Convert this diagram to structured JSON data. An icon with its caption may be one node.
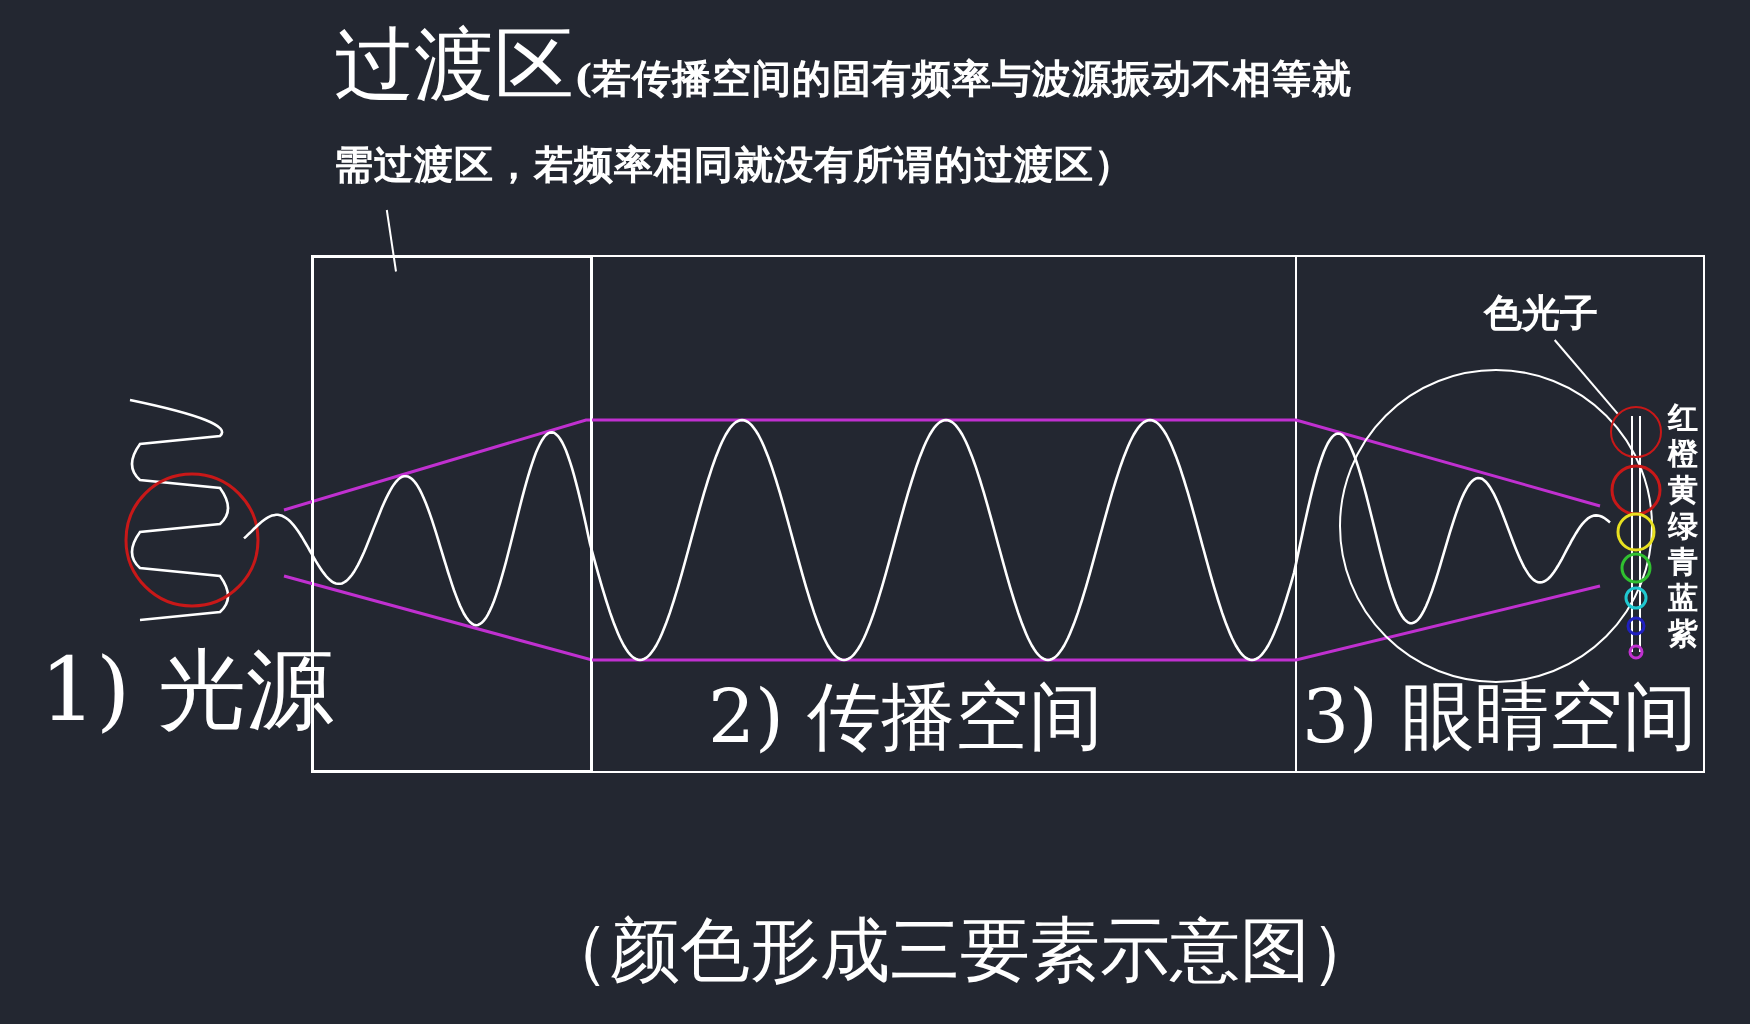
{
  "diagram": {
    "caption": "（颜色形成三要素示意图）",
    "nodes": [
      {
        "text": [
          "过渡区",
          "(若传播空间的固有频率与波源振动不相等就需过渡区，若频率相同就没有所谓的过渡区）"
        ]
      },
      {
        "text": [],
        "shape": "box"
      },
      {
        "text": [
          "色光子"
        ]
      },
      {
        "text": [],
        "shape": "circle"
      }
    ],
    "edges": [
      {
        "from": 0,
        "to": 1,
        "arrow": "none"
      },
      {
        "from": 2,
        "to": 3,
        "arrow": "none"
      }
    ],
    "labels": [
      "1) 光源",
      "2) 传播空间",
      "3) 眼睛空间",
      "红橙黄绿青蓝紫"
    ]
  }
}
